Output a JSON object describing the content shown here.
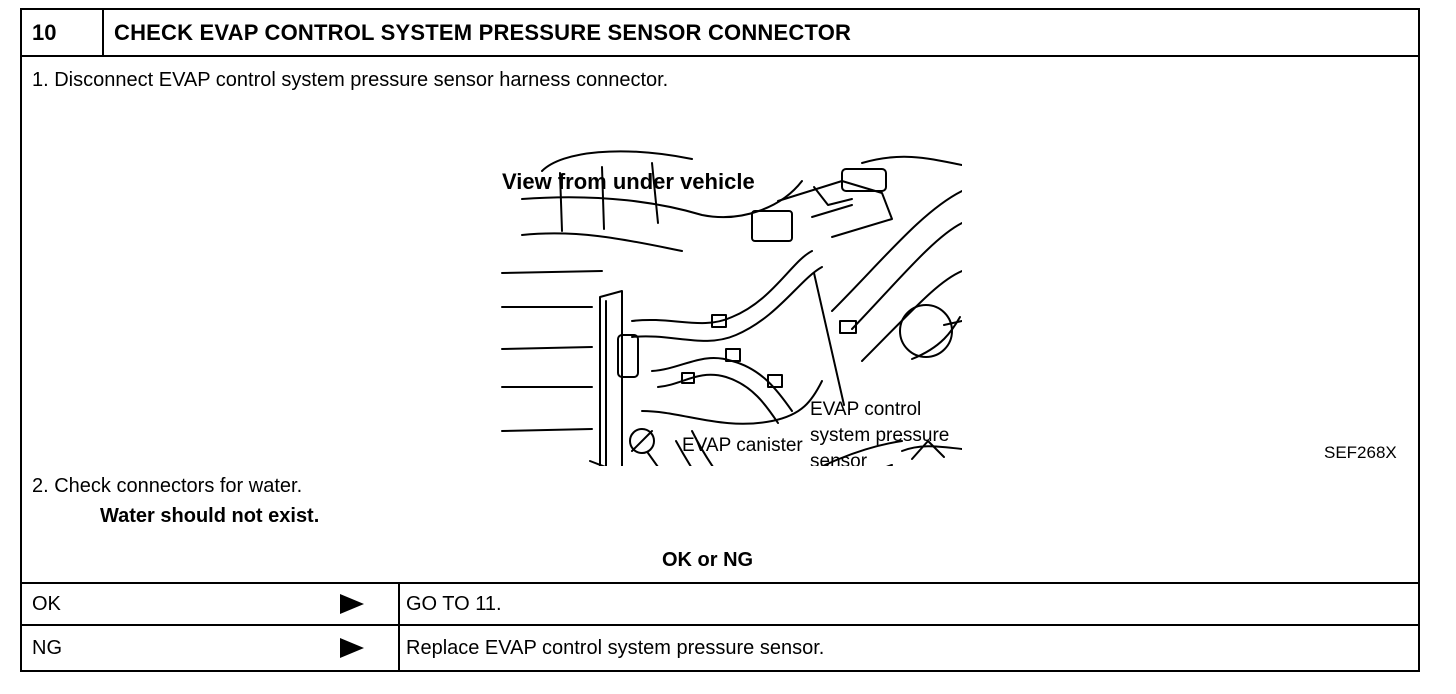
{
  "step": {
    "number": "10",
    "title": "CHECK EVAP CONTROL SYSTEM PRESSURE SENSOR CONNECTOR"
  },
  "instructions": {
    "step1": "1.  Disconnect EVAP control system pressure sensor harness connector.",
    "step2": "2.  Check connectors for water.",
    "step2_spec": "Water should not exist.",
    "decision": "OK or NG"
  },
  "figure": {
    "view_label": "View from under vehicle",
    "callout_sensor_1": "EVAP control",
    "callout_sensor_2": "system pressure",
    "callout_sensor_3": "sensor",
    "callout_canister": "EVAP canister",
    "figure_code": "SEF268X"
  },
  "results": [
    {
      "key": "OK",
      "action": "GO TO 11."
    },
    {
      "key": "NG",
      "action": "Replace EVAP control system pressure sensor."
    }
  ],
  "icons": {
    "result_arrow": "right-triangle-icon"
  }
}
